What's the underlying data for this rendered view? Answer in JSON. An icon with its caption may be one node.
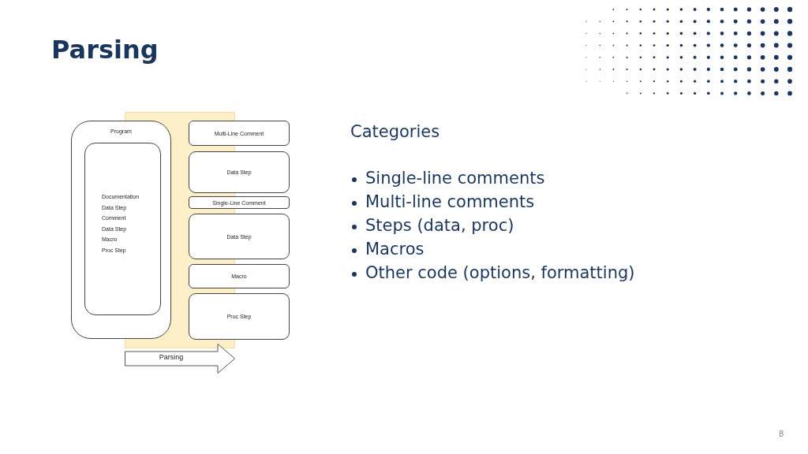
{
  "diagram": {
    "title": "Parsing",
    "nodes": [
      {
        "text": [
          "Program"
        ]
      },
      {
        "text": [
          "Documentation",
          "Data Step",
          "Comment",
          "Data Step",
          "Macro",
          "Proc Step"
        ],
        "in": 0
      },
      {
        "text": [
          "Multi-Line Comment"
        ]
      },
      {
        "text": [
          "Data Step"
        ]
      },
      {
        "text": [
          "Single-Line Comment"
        ]
      },
      {
        "text": [
          "Data Step"
        ]
      },
      {
        "text": [
          "Macro"
        ]
      },
      {
        "text": [
          "Proc Step"
        ]
      },
      {
        "text": [
          "Parsing"
        ]
      }
    ],
    "edges": [],
    "labels": [
      "Categories",
      "Single-line comments",
      "Multi-line comments",
      "Steps (data, proc)",
      "Macros",
      "Other code (options, formatting)",
      "8"
    ]
  }
}
